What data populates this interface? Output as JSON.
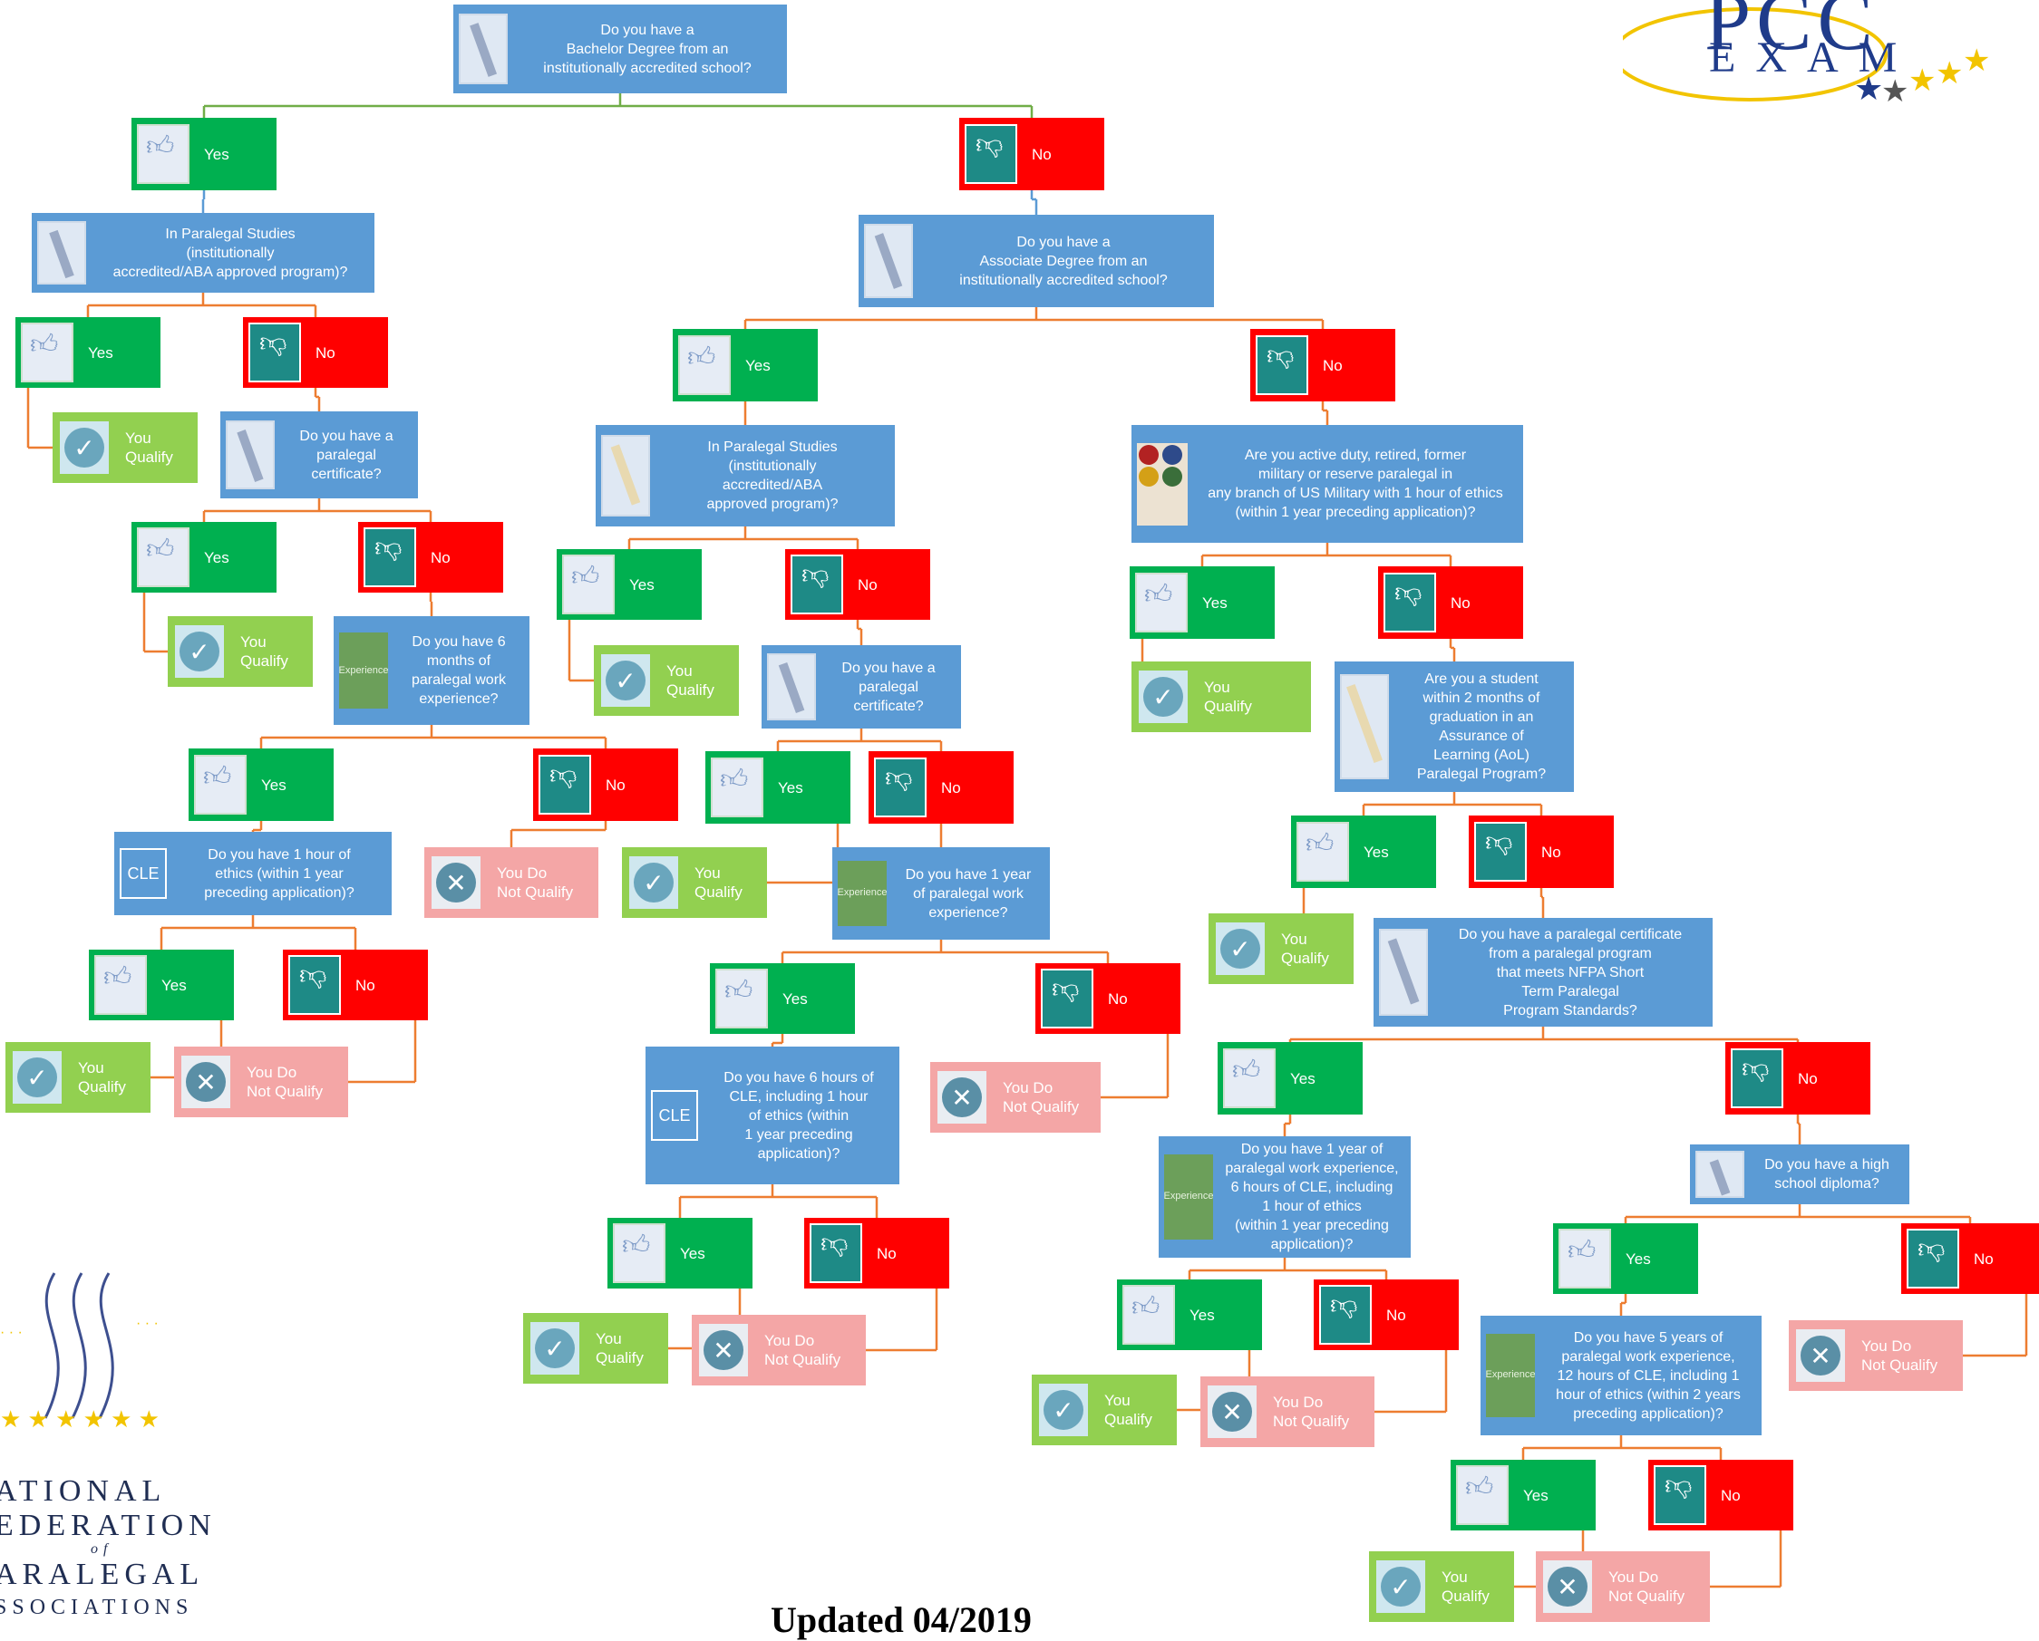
{
  "colors": {
    "question": "#5b9bd5",
    "yes": "#00b050",
    "no": "#ff0000",
    "qualify": "#92d050",
    "not_qualify": "#f4a6a6",
    "link": "#ed7d31",
    "link_top": "#70ad47"
  },
  "labels": {
    "yes": "Yes",
    "no": "No",
    "qualify": "You\nQualify",
    "not_qualify": "You Do\nNot Qualify"
  },
  "questions": {
    "q1": "Do you have a\nBachelor Degree from an\ninstitutionally accredited school?",
    "q2": "In Paralegal Studies\n(institutionally\naccredited/ABA approved program)?",
    "q3": "Do you have a\nAssociate Degree from an\ninstitutionally accredited school?",
    "q4": "Do you have a\nparalegal\ncertificate?",
    "q5": "In Paralegal Studies\n(institutionally\naccredited/ABA\napproved program)?",
    "q6": "Are you active duty, retired, former\nmilitary or reserve paralegal in\nany branch of US Military with 1 hour of ethics\n(within 1 year preceding application)?",
    "q7": "Do you have 6\nmonths of\nparalegal work\nexperience?",
    "q8": "Do you have a\nparalegal\ncertificate?",
    "q9": "Are you a student\nwithin 2 months of\ngraduation in an\nAssurance of\nLearning (AoL)\nParalegal Program?",
    "q10": "Do you have 1 hour of\nethics (within 1 year\npreceding application)?",
    "q11": "Do you have 1 year\nof paralegal work\nexperience?",
    "q12": "Do you have a paralegal certificate\nfrom a paralegal program\nthat meets NFPA Short\nTerm Paralegal\nProgram Standards?",
    "q13": "Do you have 6 hours of\nCLE, including 1 hour\nof ethics (within\n1 year preceding\napplication)?",
    "q14": "Do you have 1 year of\nparalegal work experience,\n6 hours of CLE, including\n1 hour of ethics\n(within 1 year preceding\napplication)?",
    "q15": "Do you have a high\nschool diploma?",
    "q16": "Do you have 5 years of\nparalegal work experience,\n12 hours of CLE, including 1\nhour  of ethics (within 2 years\npreceding  application)?"
  },
  "icons": {
    "question": "certificate-icon",
    "yes": "thumbs-up-icon",
    "no": "thumbs-down-icon",
    "qualify": "checkmark-icon",
    "not_qualify": "x-mark-icon",
    "cle": "CLE",
    "experience": "Experience"
  },
  "logos": {
    "pcc": "PCC",
    "exam": "EXAM",
    "nfpa_lines": [
      "ATIONAL",
      "EDERATION",
      "of",
      "ARALEGAL",
      "SSOCIATIONS"
    ]
  },
  "footer": "Updated 04/2019"
}
